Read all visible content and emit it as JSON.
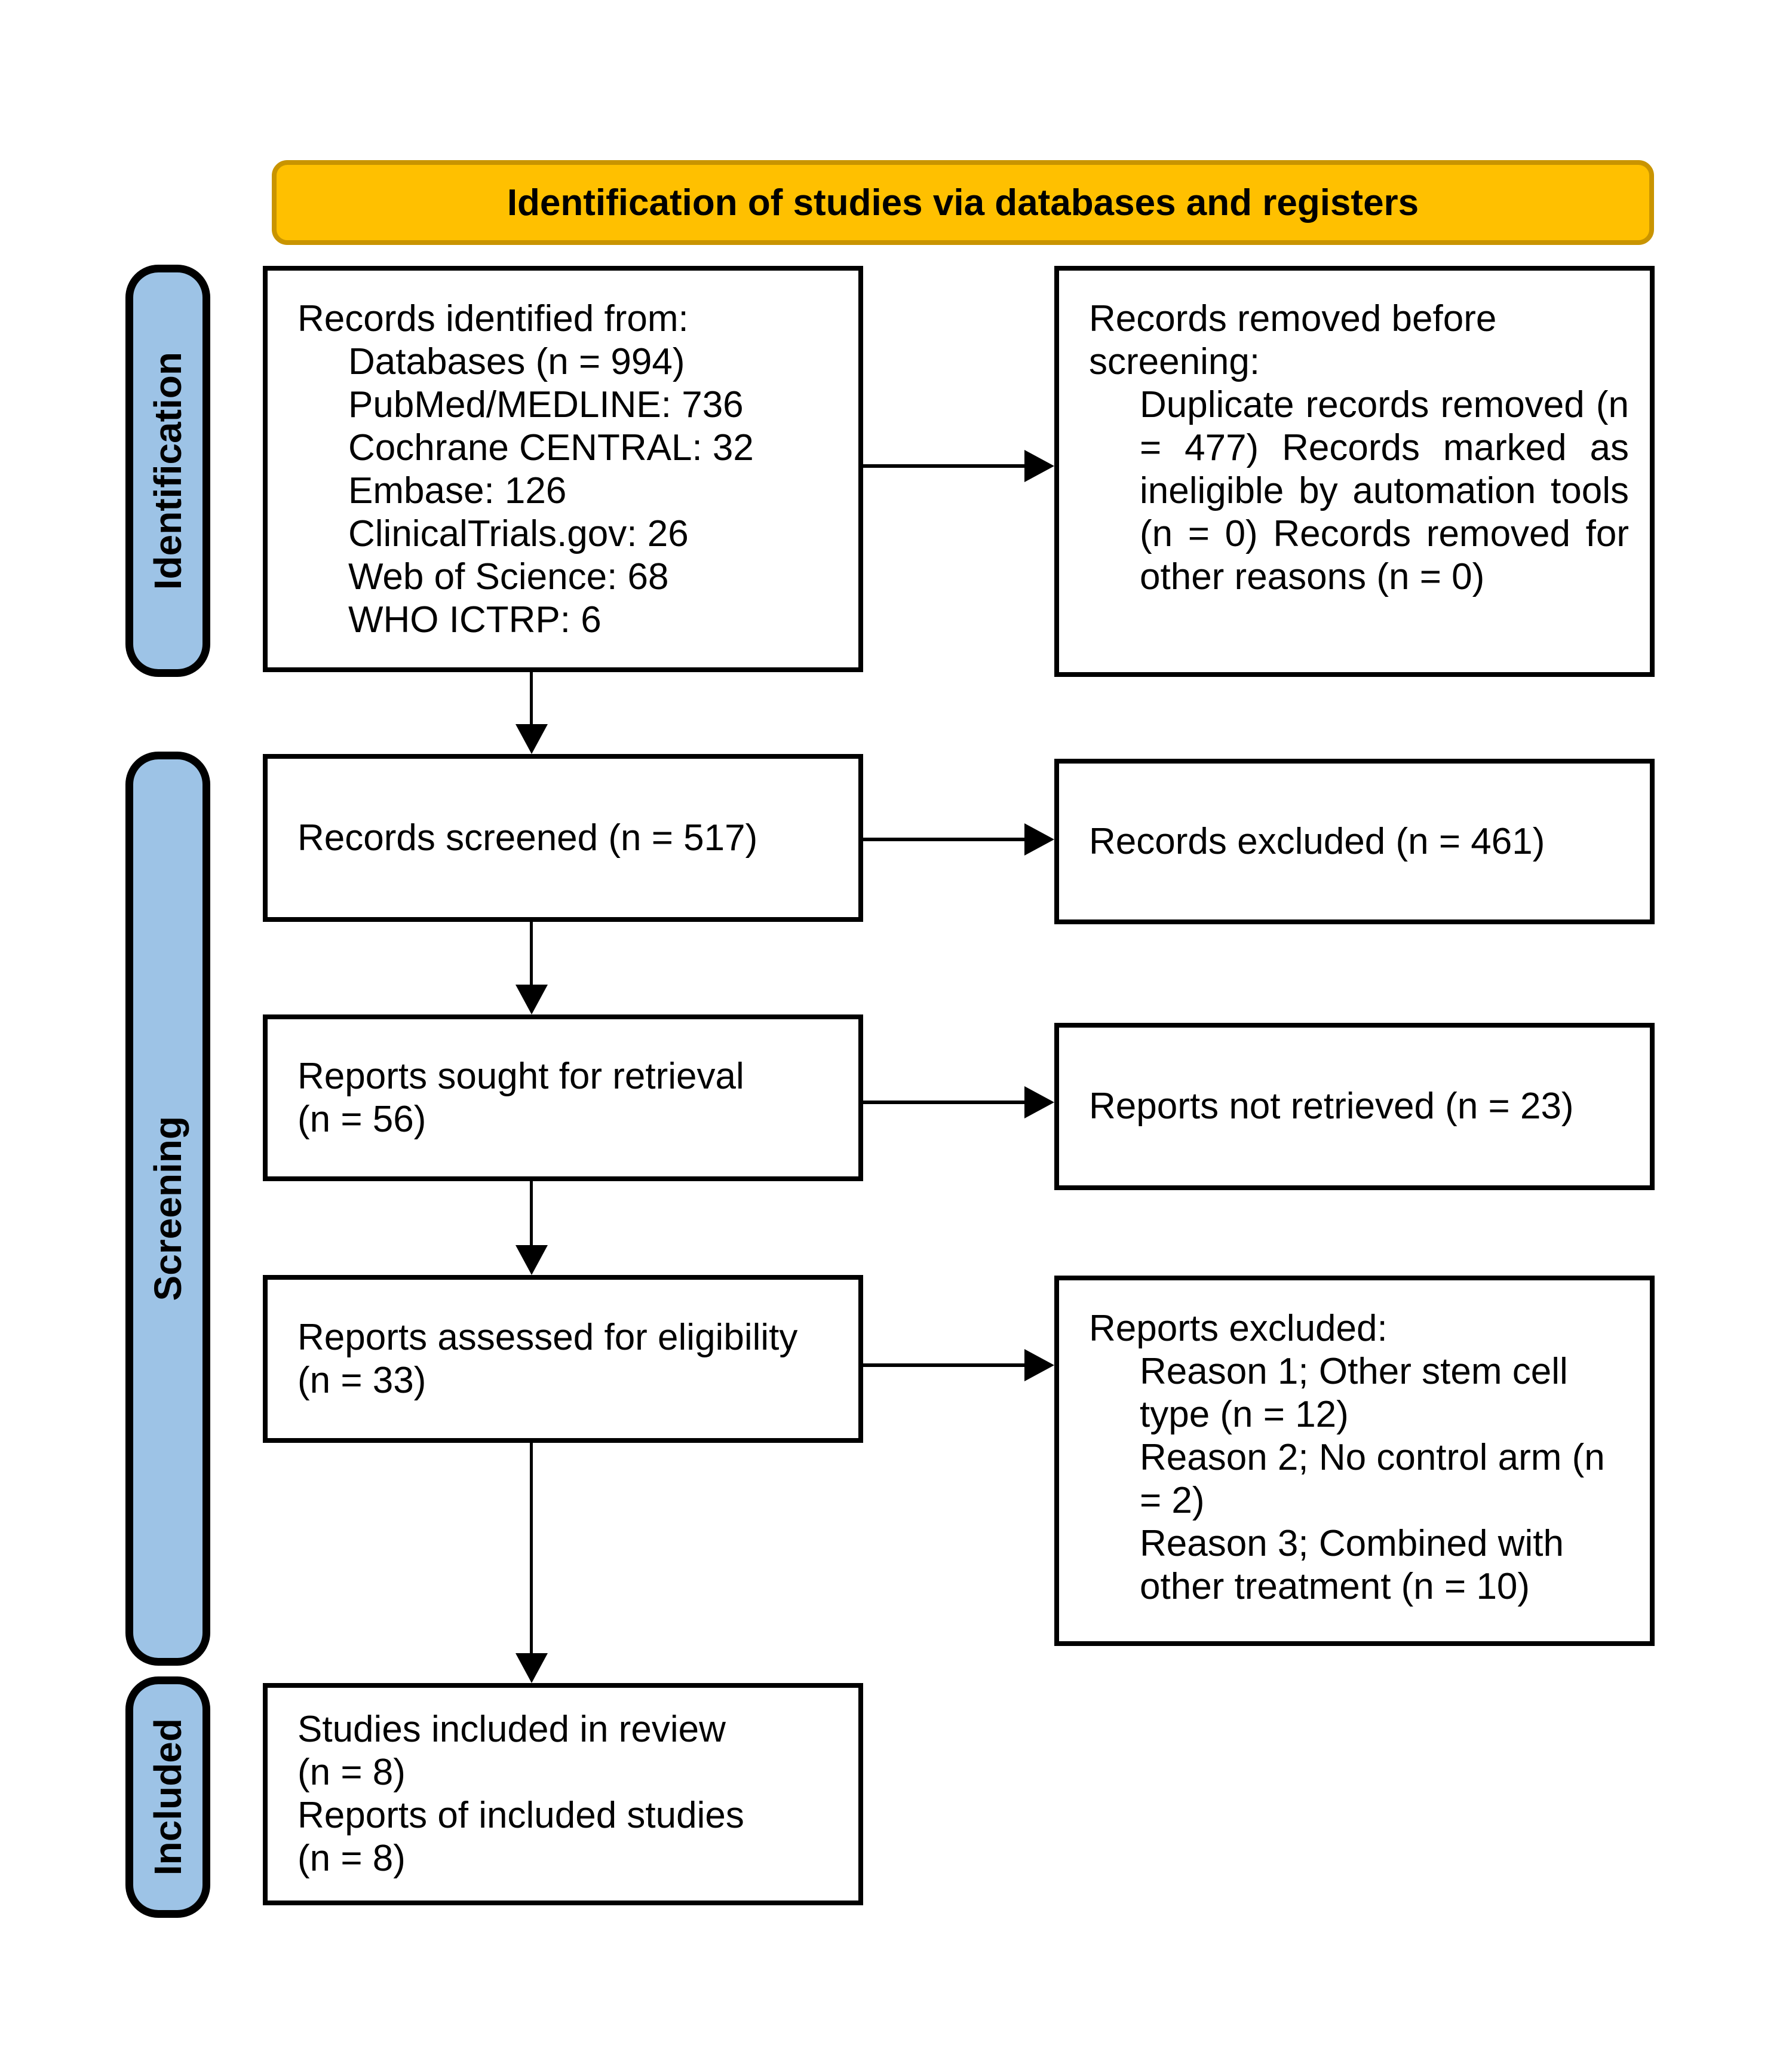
{
  "banner": {
    "title": "Identification of studies via databases and registers"
  },
  "stages": {
    "identification": "Identification",
    "screening": "Screening",
    "included": "Included"
  },
  "colors": {
    "banner_fill": "#FFC000",
    "banner_border": "#C99400",
    "stage_fill": "#9DC3E6",
    "box_border": "#000000",
    "arrow": "#000000",
    "text": "#000000"
  },
  "boxes": {
    "records_identified": {
      "title": "Records identified from:",
      "items": [
        "Databases (n = 994)",
        "PubMed/MEDLINE: 736",
        "Cochrane CENTRAL: 32",
        "Embase: 126",
        "ClinicalTrials.gov: 26",
        "Web of Science: 68",
        "WHO ICTRP: 6"
      ]
    },
    "records_removed": {
      "title": "Records removed before screening:",
      "paragraph": "Duplicate records removed (n = 477) Records marked as ineligible by automation tools (n = 0) Records removed for other reasons (n = 0)"
    },
    "records_screened": {
      "text": "Records screened (n = 517)"
    },
    "records_excluded": {
      "text": "Records excluded (n = 461)"
    },
    "reports_sought": {
      "line1": "Reports sought for retrieval",
      "line2": "(n = 56)"
    },
    "reports_not_retrieved": {
      "text": "Reports not retrieved (n = 23)"
    },
    "reports_assessed": {
      "line1": "Reports assessed for eligibility",
      "line2": "(n = 33)"
    },
    "reports_excluded": {
      "title": "Reports excluded:",
      "reasons": [
        "Reason 1; Other stem cell type (n = 12)",
        "Reason 2; No control arm (n = 2)",
        "Reason 3; Combined with other treatment (n = 10)"
      ]
    },
    "studies_included": {
      "lines": [
        "Studies included in review",
        "(n = 8)",
        "Reports of included studies",
        "(n = 8)"
      ]
    }
  }
}
